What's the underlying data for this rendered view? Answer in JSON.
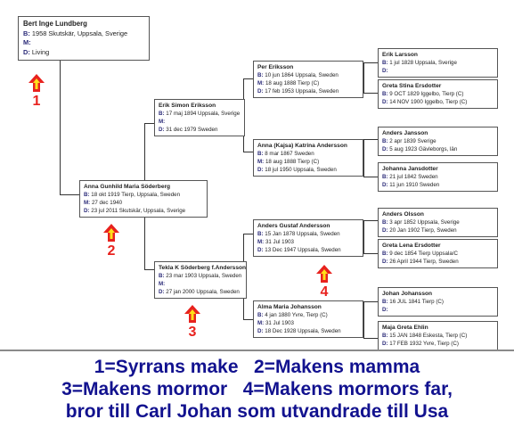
{
  "people": {
    "p1": {
      "name": "Bert Inge Lundberg",
      "b_label": "B:",
      "b": "1958 Skutskär, Uppsala, Sverige",
      "m_label": "M:",
      "m": "",
      "d_label": "D:",
      "d": "Living"
    },
    "p2": {
      "name": "Anna Gunhild Maria Söderberg",
      "b_label": "B:",
      "b": "18 okt 1919 Tierp, Uppsala, Sweden",
      "m_label": "M:",
      "m": "27 dec 1940",
      "d_label": "D:",
      "d": "23 jul 2011 Skutskär, Uppsala, Sverige"
    },
    "p4": {
      "name": "Erik Simon Eriksson",
      "b_label": "B:",
      "b": "17 maj 1894 Uppsala, Sverige",
      "m_label": "M:",
      "m": "",
      "d_label": "D:",
      "d": "31 dec 1979 Sweden"
    },
    "p5": {
      "name": "Tekla K Söderberg f.Andersson",
      "b_label": "B:",
      "b": "23 mar 1903 Uppsala, Sweden",
      "m_label": "M:",
      "m": "",
      "d_label": "D:",
      "d": "27 jan 2000 Uppsala, Sweden"
    },
    "p8": {
      "name": "Per Eriksson",
      "b_label": "B:",
      "b": "10 jun 1864 Uppsala, Sweden",
      "m_label": "M:",
      "m": "18 aug 1888 Tierp (C)",
      "d_label": "D:",
      "d": "17 feb 1953 Uppsala, Sweden"
    },
    "p9": {
      "name": "Anna (Kajsa) Katrina Andersson",
      "b_label": "B:",
      "b": "8 mar 1867 Sweden",
      "m_label": "M:",
      "m": "18 aug 1888 Tierp (C)",
      "d_label": "D:",
      "d": "18 jul 1950 Uppsala, Sweden"
    },
    "p10": {
      "name": "Anders Gustaf Andersson",
      "b_label": "B:",
      "b": "15 Jan 1878 Uppsala, Sweden",
      "m_label": "M:",
      "m": "31 Jul 1903",
      "d_label": "D:",
      "d": "13 Dec 1947 Uppsala, Sweden"
    },
    "p11": {
      "name": "Alma Maria Johansson",
      "b_label": "B:",
      "b": "4 jan 1880 Yvre, Tierp (C)",
      "m_label": "M:",
      "m": "31 Jul 1903",
      "d_label": "D:",
      "d": "18 Dec 1928 Uppsala, Sweden"
    },
    "p16": {
      "name": "Erik Larsson",
      "b_label": "B:",
      "b": "1 jul 1828 Uppsala, Sverige",
      "d_label": "D:",
      "d": ""
    },
    "p17": {
      "name": "Greta Stina Ersdotter",
      "b_label": "B:",
      "b": "9 OCT 1829 Iggelbo, Tierp (C)",
      "d_label": "D:",
      "d": "14 NOV 1900 Iggelbo, Tierp (C)"
    },
    "p18": {
      "name": "Anders Jansson",
      "b_label": "B:",
      "b": "2 apr 1839 Sverige",
      "d_label": "D:",
      "d": "5 aug 1923 Gävleborgs, län"
    },
    "p19": {
      "name": "Johanna Jansdotter",
      "b_label": "B:",
      "b": "21 jul 1842 Sweden",
      "d_label": "D:",
      "d": "11 jun 1910 Sweden"
    },
    "p20": {
      "name": "Anders Olsson",
      "b_label": "B:",
      "b": "3 apr 1852 Uppsala, Sverige",
      "d_label": "D:",
      "d": "20 Jan 1902 Tierp, Sweden"
    },
    "p21": {
      "name": "Greta Lena Ersdotter",
      "b_label": "B:",
      "b": "9 dec 1854 Tierp Uppsala/C",
      "d_label": "D:",
      "d": "26 April 1944 Tierp, Sweden"
    },
    "p22": {
      "name": "Johan Johansson",
      "b_label": "B:",
      "b": "16 JUL 1841 Tierp (C)",
      "d_label": "D:",
      "d": ""
    },
    "p23": {
      "name": "Maja Greta Ehlin",
      "b_label": "B:",
      "b": "15 JAN 1848 Eskesta, Tierp (C)",
      "d_label": "D:",
      "d": "17 FEB 1932 Yvre, Tierp (C)"
    }
  },
  "markers": {
    "m1": "1",
    "m2": "2",
    "m3": "3",
    "m4": "4"
  },
  "legend": {
    "line1": "1=Syrrans make   2=Makens mamma",
    "line2": "3=Makens mormor   4=Makens mormors far,",
    "line3": "bror till Carl Johan som utvandrade till Usa"
  },
  "colors": {
    "marker": "#e8221e",
    "marker_outline": "#ffe01a",
    "legend": "#12128f"
  }
}
